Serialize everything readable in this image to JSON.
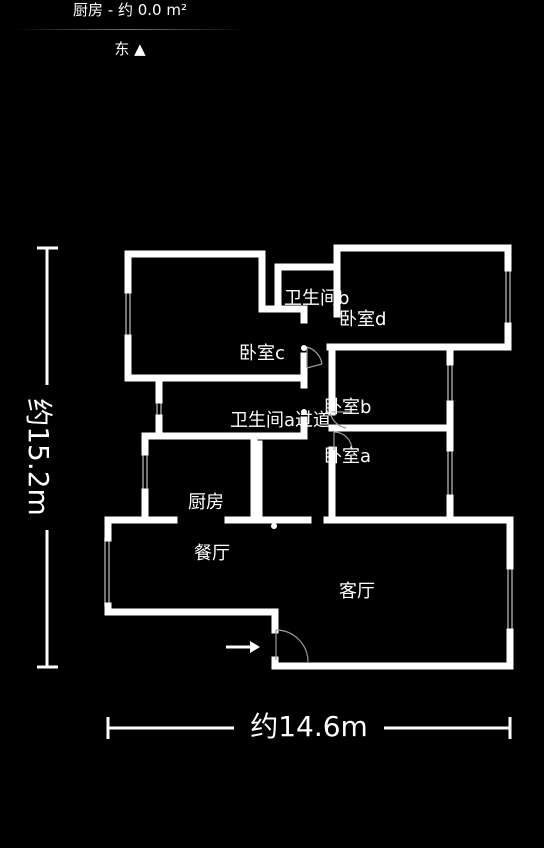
{
  "header": {
    "title": "厨房 - 约 0.0 m²",
    "compass": "东 ▲"
  },
  "dimensions": {
    "width": "约14.6m",
    "height": "约15.2m"
  },
  "rooms": {
    "bathroom_b": "卫生间b",
    "bedroom_d": "卧室d",
    "bedroom_c": "卧室c",
    "bedroom_b": "卧室b",
    "bathroom_a_corridor": "卫生间a过道",
    "bedroom_a": "卧室a",
    "kitchen": "厨房",
    "dining": "餐厅",
    "living": "客厅"
  },
  "colors": {
    "background": "#000000",
    "wall": "#ffffff",
    "window": "#9a9a9a"
  }
}
